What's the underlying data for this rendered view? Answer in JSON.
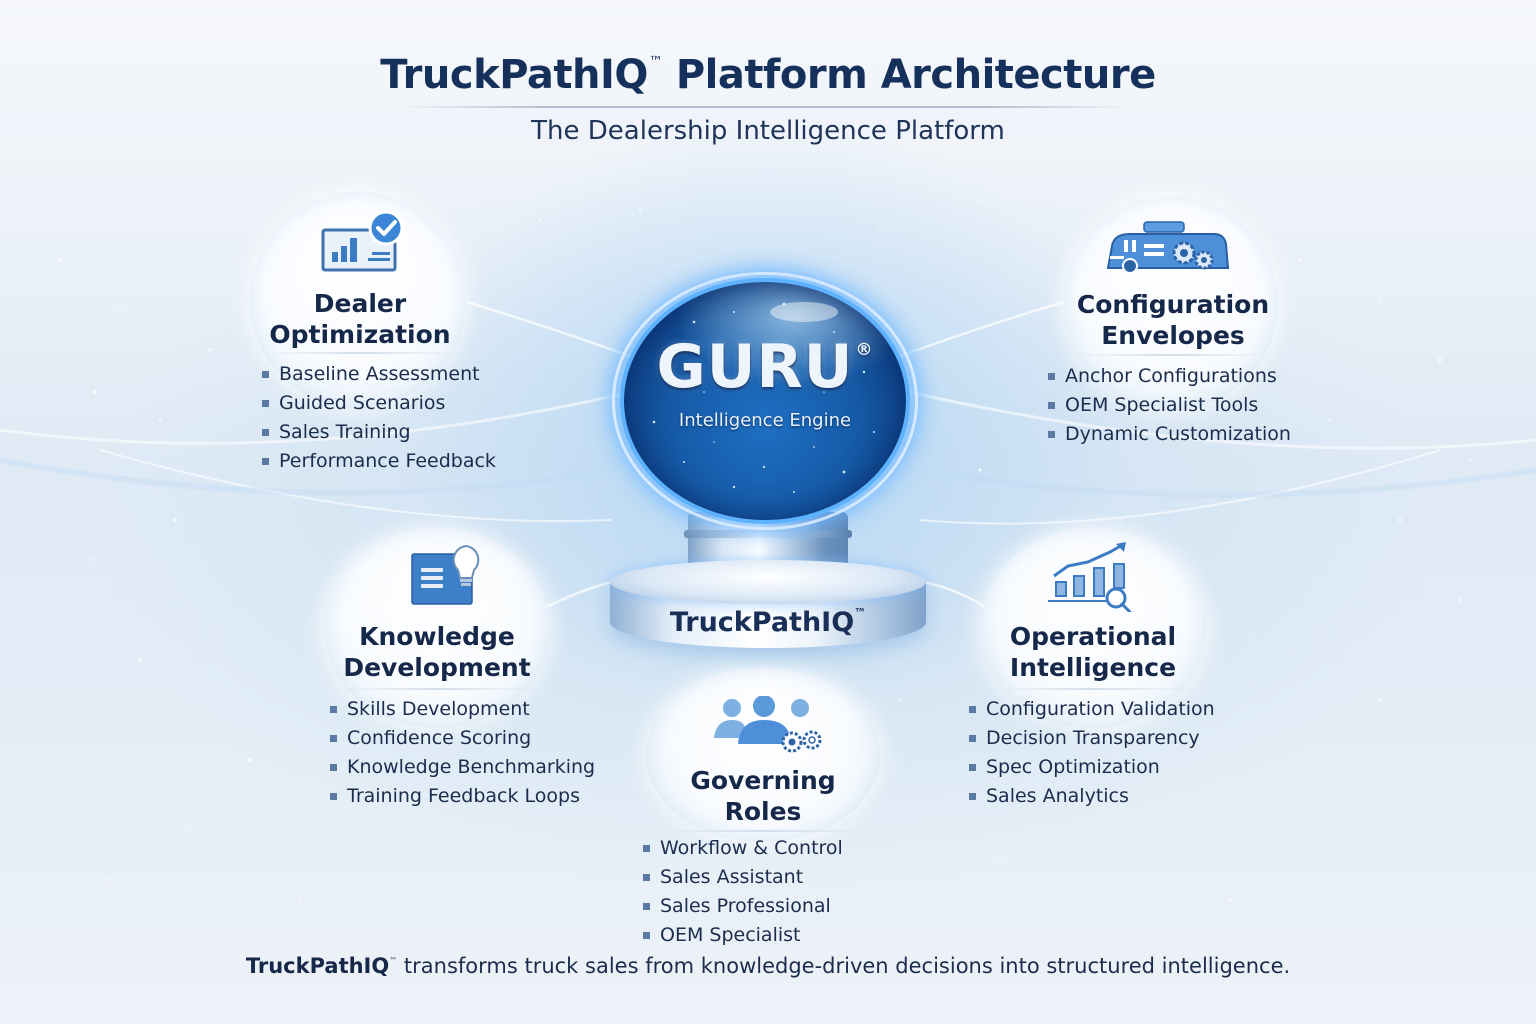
{
  "header": {
    "title": "TruckPathIQ",
    "title_mark": "™",
    "title_rest": "Platform Architecture",
    "subtitle": "The Dealership Intelligence Platform"
  },
  "core": {
    "name": "GURU",
    "name_mark": "®",
    "subtitle": "Intelligence Engine",
    "pedestal_label": "TruckPathIQ",
    "pedestal_mark": "™",
    "colors": {
      "orb": "#165ba8",
      "orb_glow": "#5db2ff"
    }
  },
  "nodes": {
    "dealer_optimization": {
      "title_line1": "Dealer",
      "title_line2": "Optimization",
      "icon": "dashboard-check-icon",
      "items": [
        "Baseline Assessment",
        "Guided Scenarios",
        "Sales Training",
        "Performance Feedback"
      ]
    },
    "configuration_envelopes": {
      "title_line1": "Configuration",
      "title_line2": "Envelopes",
      "icon": "truck-gears-icon",
      "items": [
        "Anchor Configurations",
        "OEM Specialist Tools",
        "Dynamic Customization"
      ]
    },
    "knowledge_development": {
      "title_line1": "Knowledge",
      "title_line2": "Development",
      "icon": "document-lightbulb-icon",
      "items": [
        "Skills Development",
        "Confidence Scoring",
        "Knowledge Benchmarking",
        "Training Feedback Loops"
      ]
    },
    "operational_intelligence": {
      "title_line1": "Operational",
      "title_line2": "Intelligence",
      "icon": "growth-chart-magnifier-icon",
      "items": [
        "Configuration Validation",
        "Decision Transparency",
        "Spec Optimization",
        "Sales Analytics"
      ]
    },
    "governing_roles": {
      "title_line1": "Governing",
      "title_line2": "Roles",
      "icon": "people-gears-icon",
      "items": [
        "Workflow & Control",
        "Sales Assistant",
        "Sales Professional",
        "OEM Specialist"
      ]
    }
  },
  "footer": {
    "brand": "TruckPathIQ",
    "brand_mark": "™",
    "text": " transforms truck sales from knowledge-driven decisions into structured intelligence."
  },
  "colors": {
    "title_navy": "#16305c",
    "text_navy": "#1b2c4c",
    "bullet": "#5a7aa3",
    "icon_blue": "#3b7cc4",
    "background": "#e3edf6"
  }
}
